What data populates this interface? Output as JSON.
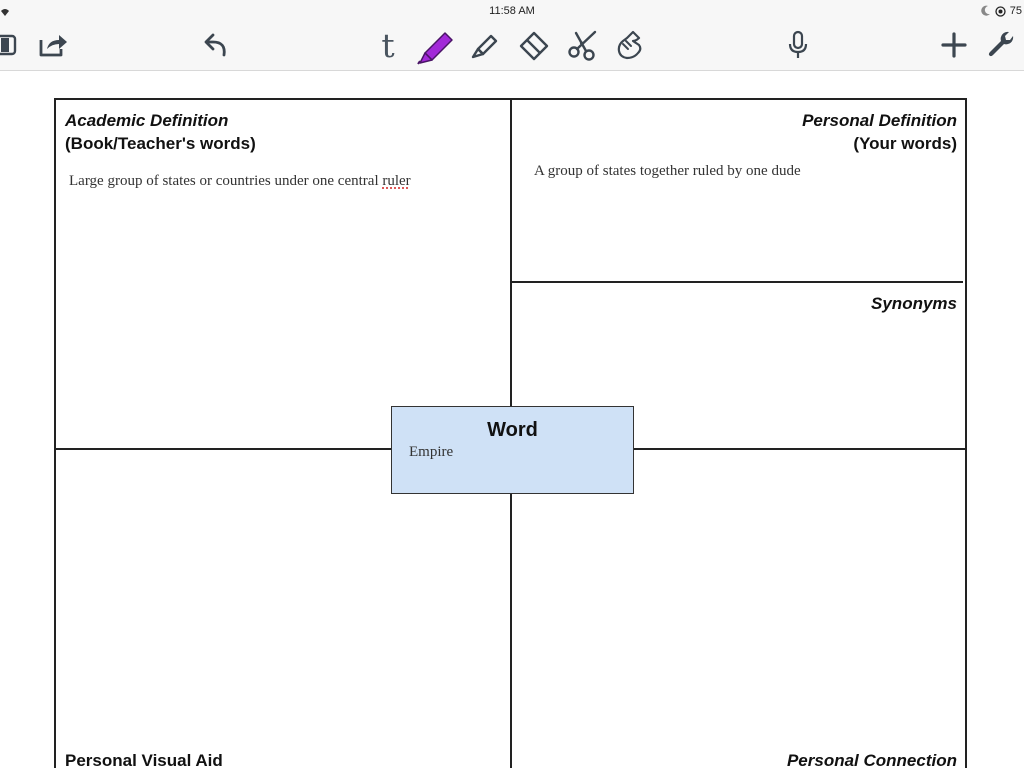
{
  "status_bar": {
    "time": "11:58 AM",
    "battery_text": "75"
  },
  "toolbar": {
    "tools": [
      {
        "name": "sidebar-toggle",
        "icon": "sidebar-icon"
      },
      {
        "name": "share",
        "icon": "share-icon"
      },
      {
        "name": "undo",
        "icon": "undo-arrow-icon"
      },
      {
        "name": "text-tool",
        "icon": "t-text-icon",
        "label": "t"
      },
      {
        "name": "pen-tool",
        "icon": "marker-pen-icon",
        "color": "#a229d8"
      },
      {
        "name": "highlighter-tool",
        "icon": "highlighter-icon"
      },
      {
        "name": "eraser-tool",
        "icon": "eraser-icon"
      },
      {
        "name": "scissors-tool",
        "icon": "scissors-icon"
      },
      {
        "name": "hand-tool",
        "icon": "pointing-hand-icon"
      },
      {
        "name": "microphone",
        "icon": "microphone-icon"
      },
      {
        "name": "add",
        "icon": "plus-icon"
      },
      {
        "name": "settings",
        "icon": "wrench-icon"
      }
    ],
    "accent_color": "#a229d8"
  },
  "document": {
    "academic": {
      "title": "Academic Definition",
      "subtitle": "(Book/Teacher's words)",
      "text_before": "Large group of states or countries under one central ",
      "text_flagged": "ruler"
    },
    "personal_definition": {
      "title": "Personal Definition",
      "subtitle": "(Your words)",
      "text": "A group of states together ruled by one dude"
    },
    "synonyms": {
      "title": "Synonyms"
    },
    "word": {
      "title": "Word",
      "value": "Empire",
      "box_color": "#cfe1f6"
    },
    "visual_aid": {
      "title": "Personal Visual Aid"
    },
    "connection": {
      "title": "Personal Connection"
    }
  }
}
